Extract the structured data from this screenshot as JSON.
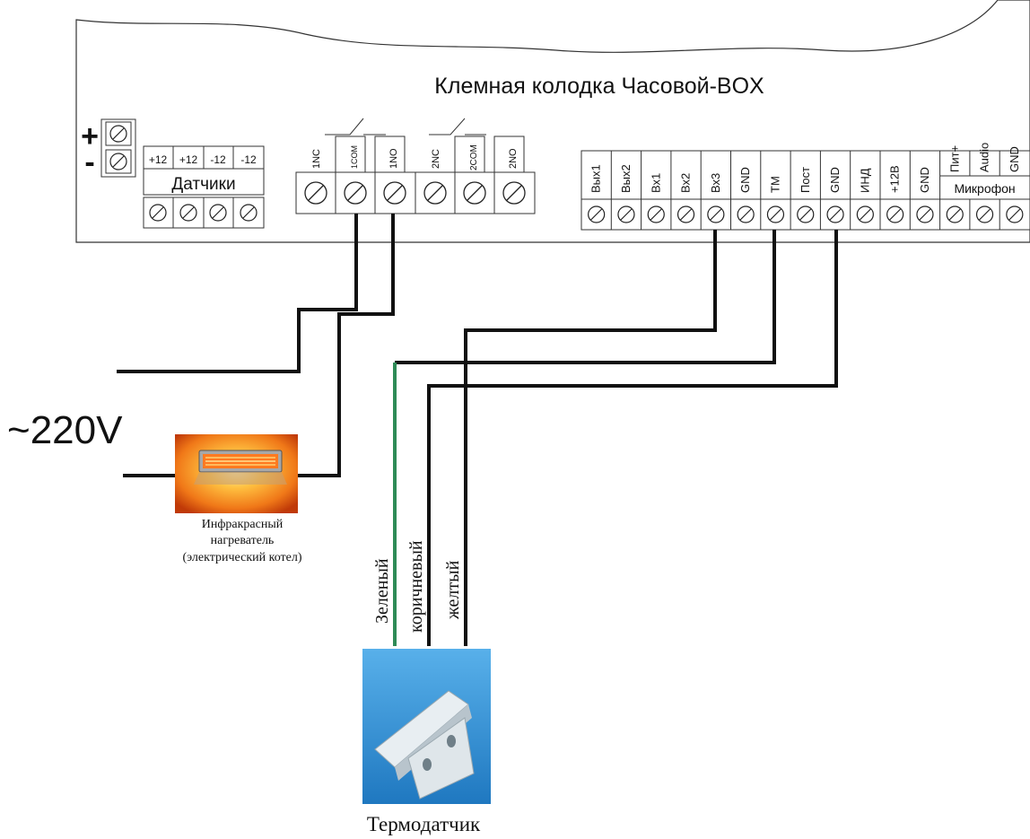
{
  "board": {
    "title": "Клемная колодка Часовой-BOX",
    "power": {
      "plus": "+",
      "minus": "-"
    },
    "sensors": {
      "labels": [
        "+12",
        "+12",
        "-12",
        "-12"
      ],
      "caption": "Датчики"
    },
    "relays": {
      "labels": [
        "1NC",
        "1COM",
        "1NO",
        "2NC",
        "2COM",
        "2NO"
      ]
    },
    "right": {
      "labels": [
        "Вых1",
        "Вых2",
        "Вх1",
        "Вх2",
        "Вх3",
        "GND",
        "ТМ",
        "Пост",
        "GND",
        "ИНД",
        "+12В",
        "GND",
        "Пит+",
        "Audio",
        "GND"
      ],
      "mic_caption": "Микрофон"
    }
  },
  "mains": {
    "label": "~220V"
  },
  "heater": {
    "caption_lines": [
      "Инфракрасный",
      "нагреватель",
      "(электрический котел)"
    ]
  },
  "wires": {
    "green": "Зеленый",
    "brown": "коричневый",
    "yellow": "желтый"
  },
  "sensor": {
    "caption": "Термодатчик"
  },
  "colors": {
    "wire": "#111111",
    "green_wire": "#2e8b57",
    "photo_blue": "#2f8fd0",
    "heater_orange": "#f08020"
  }
}
